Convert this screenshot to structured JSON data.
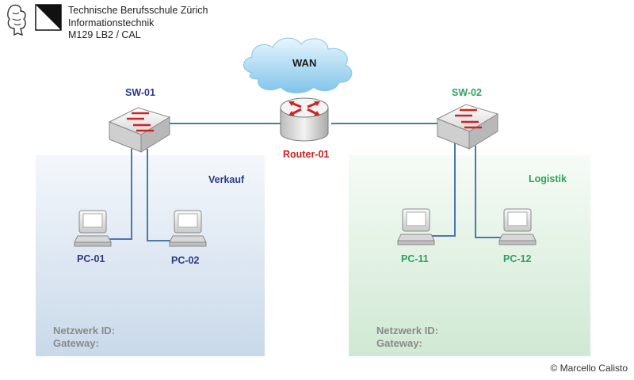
{
  "header": {
    "lines": [
      "Technische Berufsschule Zürich",
      "Informationstechnik",
      "M129 LB2 / CAL"
    ]
  },
  "cloud": {
    "label": "WAN"
  },
  "router": {
    "label": "Router-01"
  },
  "switches": [
    {
      "label": "SW-01"
    },
    {
      "label": "SW-02"
    }
  ],
  "zones": {
    "left": {
      "name": "Verkauf",
      "network_id_label": "Netzwerk ID:",
      "gateway_label": "Gateway:"
    },
    "right": {
      "name": "Logistik",
      "network_id_label": "Netzwerk ID:",
      "gateway_label": "Gateway:"
    }
  },
  "pcs": [
    {
      "label": "PC-01"
    },
    {
      "label": "PC-02"
    },
    {
      "label": "PC-11"
    },
    {
      "label": "PC-12"
    }
  ],
  "footer": {
    "copyright": "© Marcello Calisto"
  },
  "colors": {
    "link": "#4a78b0",
    "left_text": "#2b3a8a",
    "right_text": "#2fa25a",
    "router_text": "#d21c1c"
  }
}
